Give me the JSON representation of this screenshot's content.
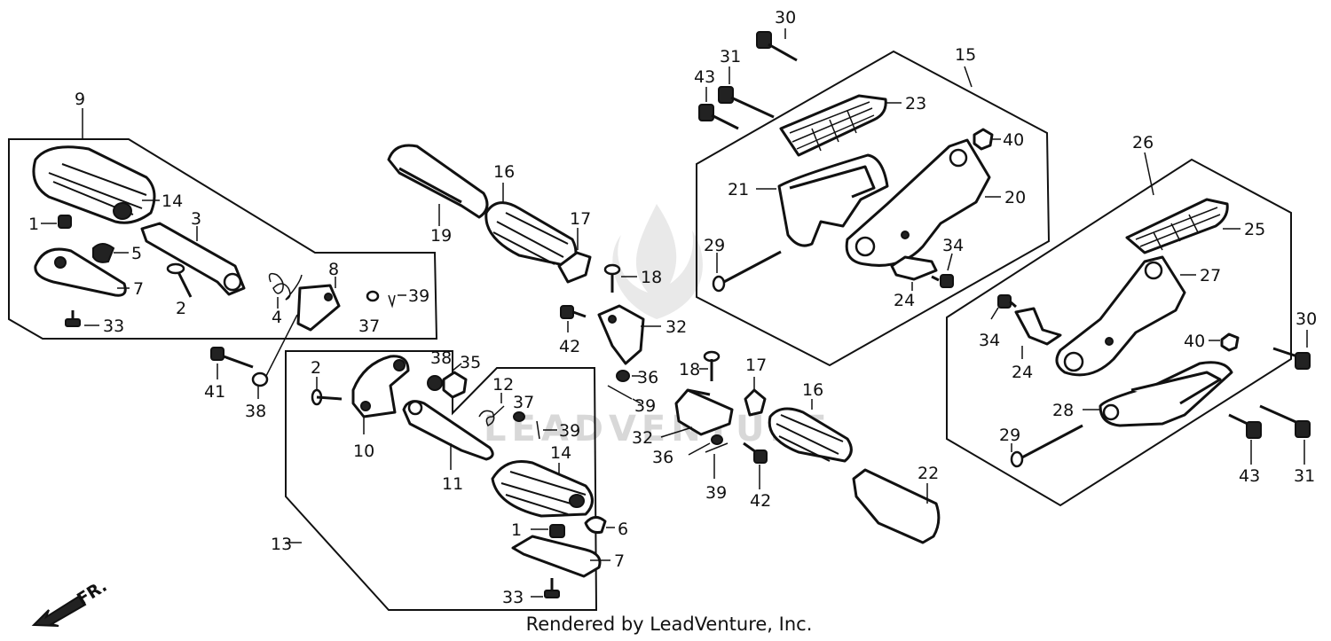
{
  "footer": {
    "credit": "Rendered by LeadVenture, Inc."
  },
  "watermark": {
    "text": "LEADVENTURE"
  },
  "direction": {
    "label": "FR."
  },
  "labels": {
    "l9": "9",
    "l14a": "14",
    "l1a": "1",
    "l3": "3",
    "l5": "5",
    "l7a": "7",
    "l2a": "2",
    "l33a": "33",
    "l4": "4",
    "l8": "8",
    "l37a": "37",
    "l39a": "39",
    "l41": "41",
    "l38a": "38",
    "l19": "19",
    "l16a": "16",
    "l17a": "17",
    "l18a": "18",
    "l42a": "42",
    "l32a": "32",
    "l36a": "36",
    "l39b": "39",
    "l2b": "2",
    "l38b": "38",
    "l35": "35",
    "l12": "12",
    "l37b": "37",
    "l39c": "39",
    "l10": "10",
    "l11": "11",
    "l14b": "14",
    "l13": "13",
    "l1b": "1",
    "l6": "6",
    "l7b": "7",
    "l33b": "33",
    "l18b": "18",
    "l17b": "17",
    "l32b": "32",
    "l16b": "16",
    "l36b": "36",
    "l42b": "42",
    "l39d": "39",
    "l22": "22",
    "l30a": "30",
    "l31a": "31",
    "l43a": "43",
    "l15": "15",
    "l23": "23",
    "l40a": "40",
    "l21": "21",
    "l20": "20",
    "l29a": "29",
    "l34a": "34",
    "l24a": "24",
    "l26": "26",
    "l25": "25",
    "l27": "27",
    "l34b": "34",
    "l24b": "24",
    "l40b": "40",
    "l30b": "30",
    "l28": "28",
    "l29b": "29",
    "l43b": "43",
    "l31b": "31"
  }
}
